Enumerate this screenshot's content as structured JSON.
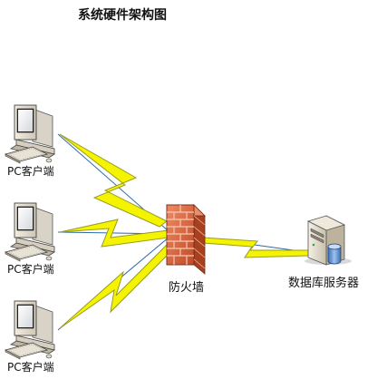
{
  "diagram": {
    "title": "系统硬件架构图",
    "nodes": {
      "pc1": {
        "label": "PC客户端",
        "icon": "desktop-computer-icon"
      },
      "pc2": {
        "label": "PC客户端",
        "icon": "desktop-computer-icon"
      },
      "pc3": {
        "label": "PC客户端",
        "icon": "desktop-computer-icon"
      },
      "firewall": {
        "label": "防火墙",
        "icon": "firewall-brick-wall-icon"
      },
      "db_server": {
        "label": "数据库服务器",
        "icon": "database-server-icon"
      }
    },
    "edges": [
      {
        "from": "pc1",
        "to": "firewall",
        "style": "lightning"
      },
      {
        "from": "pc2",
        "to": "firewall",
        "style": "lightning"
      },
      {
        "from": "pc3",
        "to": "firewall",
        "style": "lightning"
      },
      {
        "from": "firewall",
        "to": "db_server",
        "style": "lightning"
      }
    ],
    "colors": {
      "bolt_fill": "#f4f400",
      "bolt_stroke": "#9a9a20",
      "link_line": "#2c6aa8",
      "brick": "#d9603b",
      "mortar": "#f3c9b4"
    }
  }
}
